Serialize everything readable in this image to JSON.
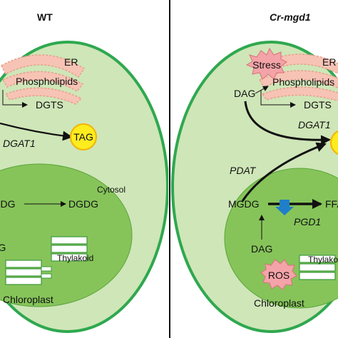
{
  "panels": {
    "left": {
      "title": "WT",
      "labels": {
        "er": "ER",
        "phospholipids": "Phospholipids",
        "dgts": "DGTS",
        "dgat": "DGAT1",
        "tag": "TAG",
        "cytosol": "Cytosol",
        "mgdg": "MGDG",
        "dgdg": "DGDG",
        "dag": "DAG",
        "thylakoid": "Thylakoid",
        "chloroplast": "Chloroplast"
      }
    },
    "right": {
      "title": "Cr-mgd1",
      "labels": {
        "er": "ER",
        "stress": "Stress",
        "dag_top": "DAG",
        "phospholipids": "Phospholipids",
        "dgts": "DGTS",
        "dgat": "DGAT1",
        "pdat": "PDAT",
        "mgdg": "MGDG",
        "ffa": "FFA",
        "pgd1": "PGD1",
        "dag": "DAG",
        "thylakoid": "Thylakoid",
        "ros": "ROS",
        "chloroplast": "Chloroplast"
      }
    }
  },
  "colors": {
    "cell_fill": "#cfe6b8",
    "cell_border": "#2fa84f",
    "chloroplast_fill": "#86c45a",
    "thylakoid_fill": "#ffffff",
    "thylakoid_border": "#3a9a3a",
    "er_fill": "#f7c3b5",
    "tag_fill": "#ffec1f",
    "tag_border": "#f3b300",
    "stress_fill": "#f4a3a8",
    "ros_fill": "#f4a3a8",
    "blue_arrow": "#1f7fc9",
    "divider": "#111111"
  }
}
